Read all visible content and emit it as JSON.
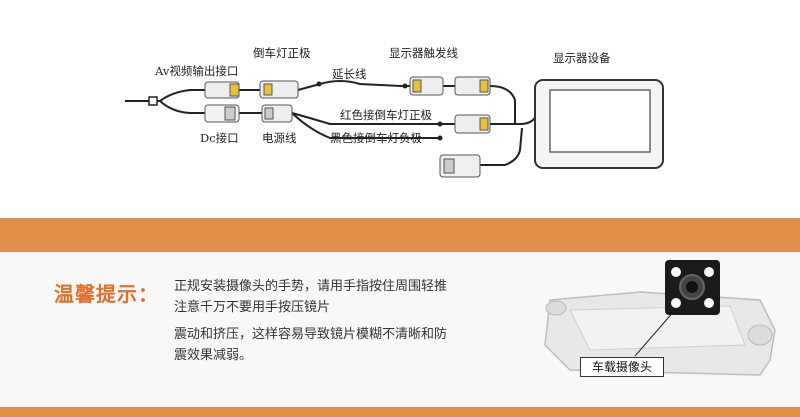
{
  "diagram": {
    "labels": {
      "rev_positive": "倒车灯正极",
      "trigger": "显示器触发线",
      "display": "显示器设备",
      "av_out": "Av视频输出接口",
      "extension": "延长线",
      "red": "红色接倒车灯正极",
      "black": "黑色接倒车灯负极",
      "dc": "Dc接口",
      "power": "电源线"
    }
  },
  "tip": {
    "title": "温馨提示：",
    "lines": [
      "正规安装摄像头的手势，请用手指按住周围轻推",
      "注意千万不要用手按压镜片",
      "震动和挤压，这样容易导致镜片模糊不清晰和防",
      "震效果减弱。"
    ]
  },
  "camera": {
    "label": "车载摄像头"
  },
  "colors": {
    "accent": "#e0904a",
    "title": "#e0702a"
  }
}
